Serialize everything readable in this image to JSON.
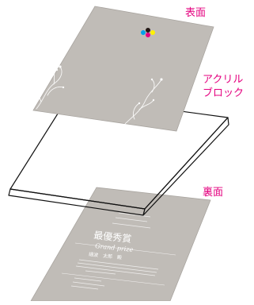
{
  "colors": {
    "label": "#e4007f",
    "card": "#c0bcb7",
    "card_edge": "#a9a5a0",
    "outline": "#111111",
    "card_text": "#ffffff"
  },
  "labels": {
    "front": "表面",
    "block_line1": "アクリル",
    "block_line2": "ブロック",
    "back": "裏面"
  },
  "back_card": {
    "headline": "最優秀賞",
    "script": "Grand prize",
    "recipient": "細波　太郎　殿"
  },
  "icons": {
    "logo": "cmyk-logo-icon",
    "ornament": "floral-vine-ornament"
  }
}
